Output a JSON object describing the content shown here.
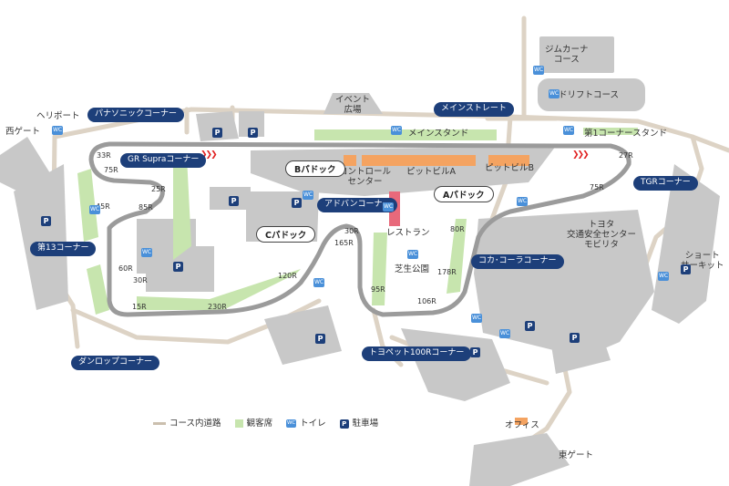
{
  "facilities": {
    "gymkhana": "ジムカーナ\nコース",
    "drift": "ドリフトコース",
    "event_plaza": "イベント\n広場",
    "heliport": "ヘリポート",
    "west_gate": "西ゲート",
    "main_stand": "メインスタンド",
    "first_corner_stand": "第1コーナースタンド",
    "control_center": "コントロール\nセンター",
    "pit_a": "ピットビルA",
    "pit_b": "ピットビルB",
    "paddock_a": "Aパドック",
    "paddock_b": "Bパドック",
    "paddock_c": "Cパドック",
    "restaurant": "レストラン",
    "lawn_park": "芝生公園",
    "toyota_center": "トヨタ\n交通安全センター\nモビリタ",
    "short_circuit": "ショート\nサーキット",
    "office": "オフィス",
    "east_gate": "東ゲート"
  },
  "corners": {
    "panasonic": "パナソニックコーナー",
    "main_straight": "メインストレート",
    "gr_supra": "GR Supraコーナー",
    "advan": "アドバンコーナー",
    "tgr": "TGRコーナー",
    "corner13": "第13コーナー",
    "coca_cola": "コカ･コーラコーナー",
    "dunlop": "ダンロップコーナー",
    "toyopet": "トヨペット100Rコーナー"
  },
  "radii": {
    "r33": "33R",
    "r75a": "75R",
    "r25": "25R",
    "r85": "85R",
    "r45": "45R",
    "r60": "60R",
    "r30a": "30R",
    "r15": "15R",
    "r230": "230R",
    "r120": "120R",
    "r30b": "30R",
    "r165": "165R",
    "r95": "95R",
    "r106": "106R",
    "r178": "178R",
    "r80": "80R",
    "r75b": "75R",
    "r27": "27R"
  },
  "icons": {
    "parking": "P",
    "toilet": "WC"
  },
  "legend": {
    "road": "コース内道路",
    "stands": "観客席",
    "toilet": "トイレ",
    "parking": "駐車場"
  },
  "colors": {
    "track": "#9b9b9b",
    "road": "#ddd3c5",
    "building": "#c8c8c8",
    "stand": "#c7e5ae",
    "pit": "#f4a361",
    "restaurant": "#e8697b",
    "corner_label": "#1d3f7a",
    "arrow": "#e02020"
  }
}
